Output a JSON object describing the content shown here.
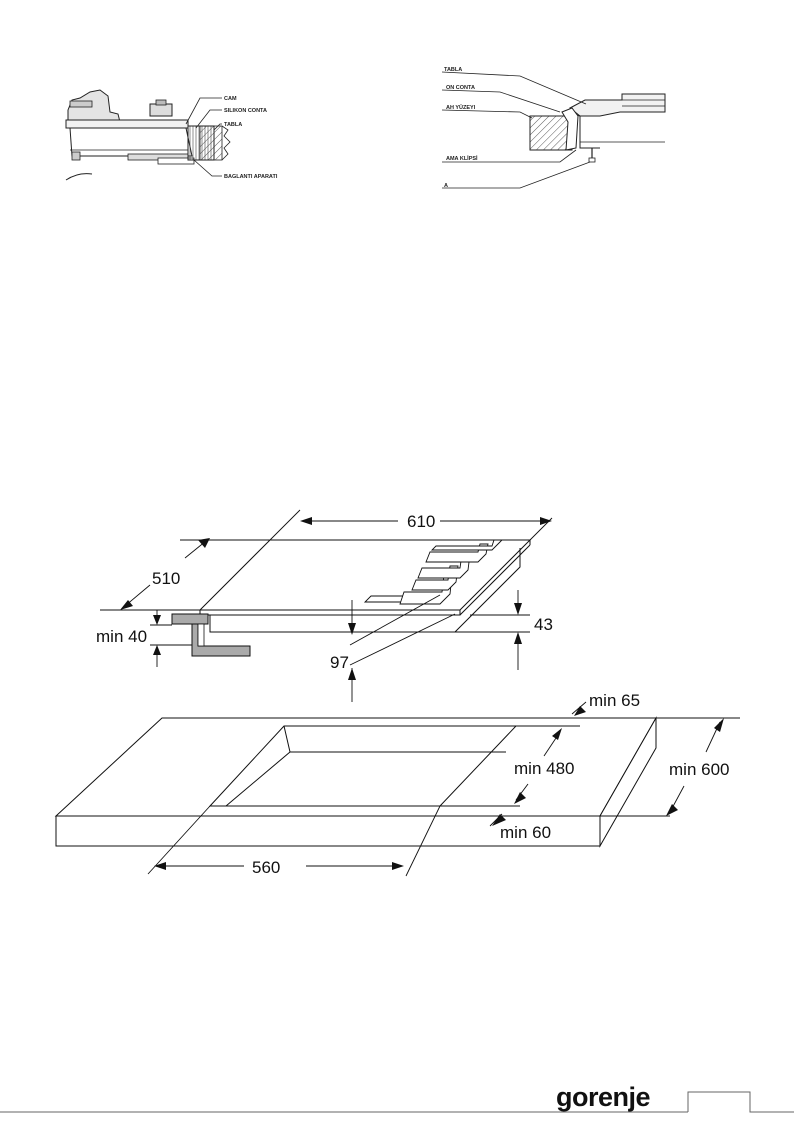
{
  "figure_left": {
    "labels": {
      "cam": "CAM",
      "silikon_conta": "SILIKON CONTA",
      "tabla": "TABLA",
      "baglanti_aparati": "BAGLANTI APARATI"
    }
  },
  "figure_right": {
    "labels": {
      "tabla": "TABLA",
      "on_conta": "ON CONTA",
      "ah_yuzeyi": "AH YÜZEYI",
      "ama_klipsi": "AMA KLİPSİ",
      "bottom": "A"
    }
  },
  "hob_dimensions": {
    "width": "610",
    "depth": "510",
    "height_total": "43",
    "inner_height": "97",
    "min_below": "min 40"
  },
  "cutout_dimensions": {
    "back_margin": "min 65",
    "cutout_depth": "min 480",
    "worktop_depth": "min 600",
    "front_margin": "min 60",
    "cutout_width": "560"
  },
  "footer": {
    "brand": "gorenje"
  }
}
